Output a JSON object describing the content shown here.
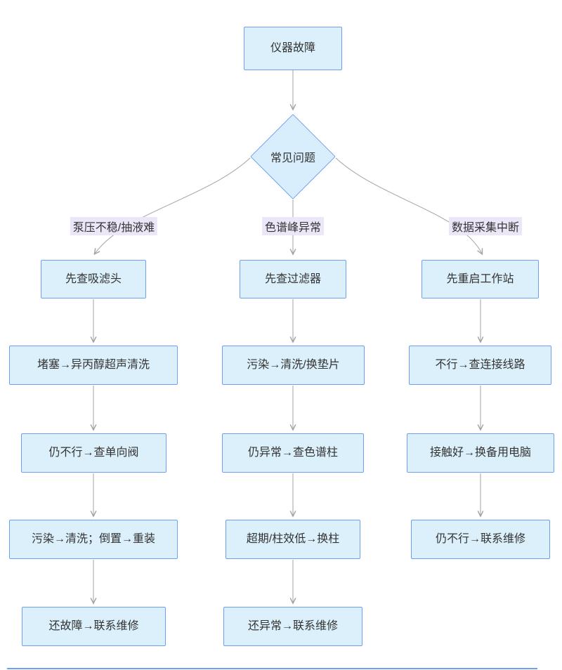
{
  "flowchart": {
    "root": {
      "label": "仪器故障"
    },
    "decision": {
      "label": "常见问题"
    },
    "branches": [
      {
        "condition_label": "泵压不稳/抽液难",
        "steps": [
          "先查吸滤头",
          "堵塞→异丙醇超声清洗",
          "仍不行→查单向阀",
          "污染→清洗；倒置→重装",
          "还故障→联系维修"
        ]
      },
      {
        "condition_label": "色谱峰异常",
        "steps": [
          "先查过滤器",
          "污染→清洗/换垫片",
          "仍异常→查色谱柱",
          "超期/柱效低→换柱",
          "还异常→联系维修"
        ]
      },
      {
        "condition_label": "数据采集中断",
        "steps": [
          "先重启工作站",
          "不行→查连接线路",
          "接触好→换备用电脑",
          "仍不行→联系维修"
        ]
      }
    ],
    "colors": {
      "node_fill": "#dcf0fb",
      "node_border": "#6f9ff0",
      "diamond_fill": "#d9eefc",
      "edge_label_bg": "#ece7f8",
      "connector": "#a3a3a3",
      "text": "#333333"
    }
  }
}
